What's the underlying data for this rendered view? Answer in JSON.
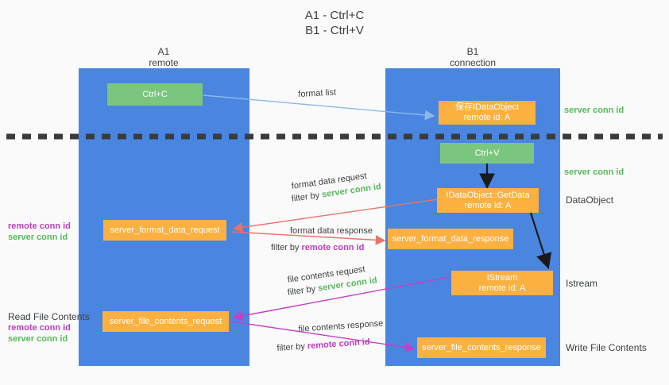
{
  "title": {
    "line1": "A1 - Ctrl+C",
    "line2": "B1 - Ctrl+V"
  },
  "colors": {
    "lane_blue": "#4a86e0",
    "node_green": "#7bc67e",
    "node_orange": "#fbb040",
    "server_conn_green": "#57b85c",
    "remote_conn_purple": "#b93fb9",
    "arrow_lightblue": "#8ab9ea",
    "arrow_red": "#e8736a",
    "arrow_magenta": "#c63fc6",
    "arrow_black": "#1a1a1a",
    "background": "#fafafa",
    "text": "#3c4043"
  },
  "columns": [
    {
      "name": "A1",
      "sub": "remote"
    },
    {
      "name": "B1",
      "sub": "connection"
    }
  ],
  "nodes": {
    "ctrl_c": {
      "line1": "Ctrl+C"
    },
    "save_idataobject": {
      "line1": "保存IDataObject",
      "line2": "remote id: A"
    },
    "ctrl_v": {
      "line1": "Ctrl+V"
    },
    "idataobject_getdata": {
      "line1": "IDataObject::GetData",
      "line2": "remote id: A"
    },
    "server_format_data_request": {
      "line1": "server_format_data_request"
    },
    "server_format_data_response": {
      "line1": "server_format_data_response"
    },
    "istream": {
      "line1": "IStream",
      "line2": "remote id: A"
    },
    "server_file_contents_request": {
      "line1": "server_file_contents_request"
    },
    "server_file_contents_response": {
      "line1": "server_file_contents_response"
    }
  },
  "edge_labels": {
    "format_list": "format list",
    "format_data_request": "format data request",
    "format_data_request_filter_prefix": "filter by ",
    "format_data_request_filter_value": "server conn id",
    "format_data_response": "format data response",
    "format_data_response_filter_prefix": "filter by ",
    "format_data_response_filter_value": "remote conn id",
    "file_contents_request": "file contents request",
    "file_contents_request_filter_prefix": "filter by ",
    "file_contents_request_filter_value": "server conn id",
    "file_contents_response": "file contents response",
    "file_contents_response_filter_prefix": "filter by ",
    "file_contents_response_filter_value": "remote conn id"
  },
  "right_annotations": {
    "server_conn_id_top": "server conn id",
    "server_conn_id_mid": "server conn id",
    "dataobject": "DataObject",
    "istream": "Istream",
    "write_file_contents": "Write File Contents"
  },
  "left_annotations": {
    "format_group": {
      "remote": "remote conn id",
      "server": "server conn id"
    },
    "file_group": {
      "heading": "Read File Contents",
      "remote": "remote conn id",
      "server": "server conn id"
    }
  }
}
